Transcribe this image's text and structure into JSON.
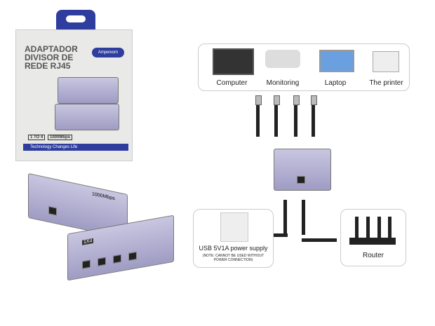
{
  "package": {
    "title": "ADAPTADOR DIVISOR DE REDE RJ45",
    "brand": "Ampeixom",
    "tag1": "1 TO 4",
    "tag2": "1000Mbps",
    "tagline": "Technology Changes Life"
  },
  "devices_labels": {
    "badge": "1X4",
    "model": "1000Mbps"
  },
  "diagram": {
    "top_items": [
      "Computer",
      "Monitoring",
      "Laptop",
      "The printer"
    ],
    "power_label": "USB 5V1A power supply",
    "power_note": "(NOTE: CANNOT BE USED WITHOUT POWER CONNECTION)",
    "router_label": "Router"
  },
  "colors": {
    "package_blue": "#2f3e9e",
    "device_purple": "#a9a6cc"
  }
}
